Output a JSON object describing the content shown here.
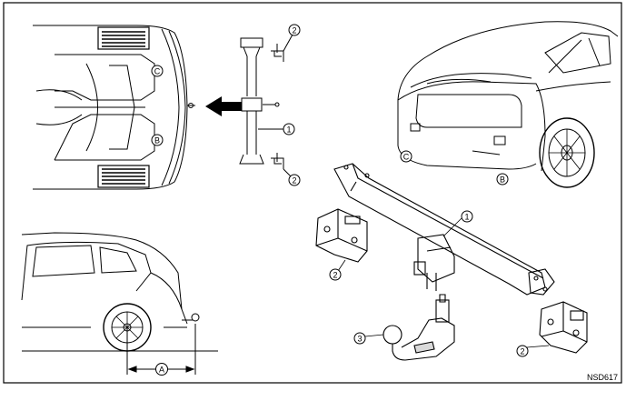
{
  "figure_code": "NSD617",
  "callouts": {
    "c1": "1",
    "c2": "2",
    "c3": "3",
    "cA": "A",
    "cB": "B",
    "cC": "C"
  },
  "parts": [
    {
      "ref": "1",
      "item": "tow-bar-crossmember"
    },
    {
      "ref": "2",
      "item": "mounting-bracket"
    },
    {
      "ref": "3",
      "item": "tow-ball"
    }
  ],
  "colors": {
    "line": "#000000",
    "background": "#ffffff",
    "tire": "#d9d9d9"
  }
}
